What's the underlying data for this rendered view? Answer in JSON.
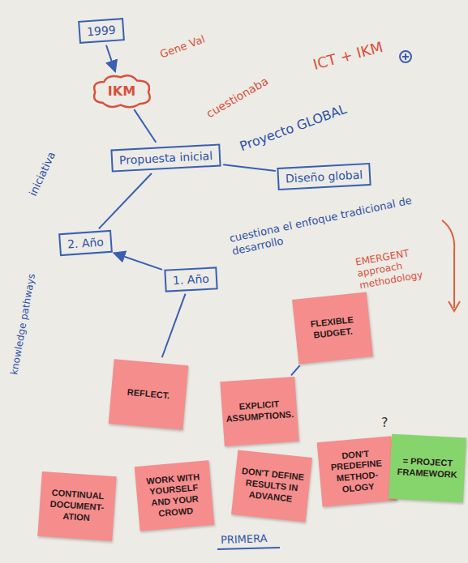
{
  "diagram": {
    "nodes": [
      {
        "text": [
          "1999"
        ]
      },
      {
        "text": [
          "IKM"
        ]
      },
      {
        "text": [
          "Propuesta inicial"
        ]
      },
      {
        "text": [
          "Diseño global"
        ]
      },
      {
        "text": [
          "2. Año"
        ]
      },
      {
        "text": [
          "1. Año"
        ]
      },
      {
        "text": [
          "FLEXIBLE BUDGET."
        ]
      },
      {
        "text": [
          "REFLECT."
        ]
      },
      {
        "text": [
          "EXPLICIT ASSUMPTIONS."
        ]
      },
      {
        "text": [
          "CONTINUAL DOCUMENT-ATION"
        ]
      },
      {
        "text": [
          "WORK WITH YOURSELF AND YOUR CROWD"
        ]
      },
      {
        "text": [
          "DON'T DEFINE RESULTS IN ADVANCE"
        ]
      },
      {
        "text": [
          "DON'T PREDEFINE METHOD-OLOGY"
        ]
      },
      {
        "text": [
          "= PROJECT FRAMEWORK"
        ]
      }
    ],
    "edges": [
      {
        "from": 0,
        "to": 1,
        "arrow": "to"
      },
      {
        "from": 1,
        "to": 2,
        "arrow": "none"
      },
      {
        "from": 2,
        "to": 3,
        "arrow": "none"
      },
      {
        "from": 2,
        "to": 4,
        "arrow": "none"
      },
      {
        "from": 5,
        "to": 4,
        "arrow": "to"
      },
      {
        "from": 5,
        "to": 7,
        "arrow": "none"
      },
      {
        "from": 6,
        "to": 8,
        "arrow": "none"
      }
    ],
    "labels": [
      "Gene Val",
      "cuestionaba",
      "ICT + IKM",
      "Proyecto GLOBAL",
      "cuestiona el enfoque tradicional de desarrollo",
      "EMERGENT approach methodology",
      "iniciativa",
      "knowledge pathways",
      "?",
      "PRIMERA"
    ]
  }
}
